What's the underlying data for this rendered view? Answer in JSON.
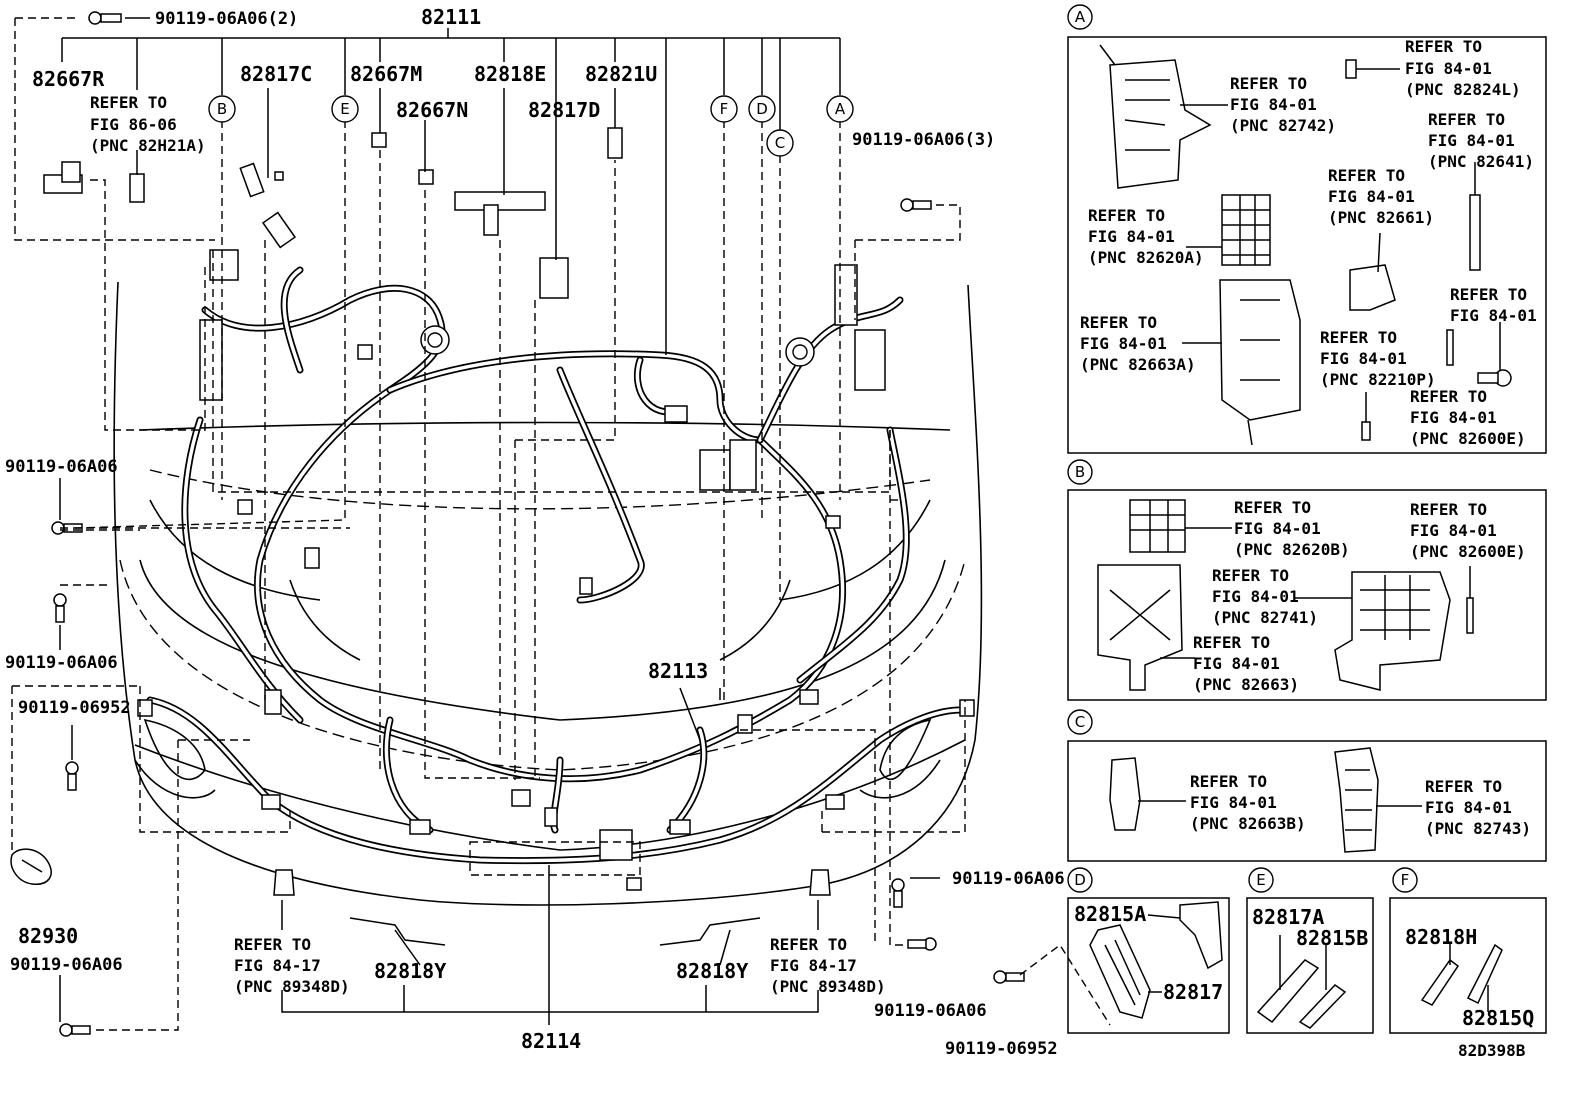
{
  "labels": {
    "b_top": "90119-06A06(2)",
    "p82111": "82111",
    "p82667R": "82667R",
    "p82817C": "82817C",
    "p82667M": "82667M",
    "p82818E": "82818E",
    "p82821U": "82821U",
    "p82667N": "82667N",
    "p82817D": "82817D",
    "ref86": [
      "REFER TO",
      "FIG 86-06",
      "(PNC 82H21A)"
    ],
    "b_right3": "90119-06A06(3)",
    "b_left1": "90119-06A06",
    "b_left2": "90119-06A06",
    "b_left3": "90119-06952",
    "p82930": "82930",
    "b_left4": "90119-06A06",
    "p82113": "82113",
    "ref8417L": [
      "REFER TO",
      "FIG 84-17",
      "(PNC 89348D)"
    ],
    "ref8417R": [
      "REFER TO",
      "FIG 84-17",
      "(PNC 89348D)"
    ],
    "p82818Y_L": "82818Y",
    "p82818Y_R": "82818Y",
    "p82114": "82114",
    "b_bot1": "90119-06A06",
    "b_bot2": "90119-06A06",
    "b_bot3": "90119-06952",
    "fig_code": "82D398B"
  },
  "callouts": {
    "A": "A",
    "B": "B",
    "C": "C",
    "D": "D",
    "E": "E",
    "F": "F"
  },
  "panelA": {
    "r1": [
      "REFER TO",
      "FIG 84-01",
      "(PNC 82824L)"
    ],
    "r2": [
      "REFER TO",
      "FIG 84-01",
      "(PNC 82742)"
    ],
    "r3": [
      "REFER TO",
      "FIG 84-01",
      "(PNC 82641)"
    ],
    "r4": [
      "REFER TO",
      "FIG 84-01",
      "(PNC 82661)"
    ],
    "r5": [
      "REFER TO",
      "FIG 84-01",
      "(PNC 82620A)"
    ],
    "r6": [
      "REFER TO",
      "FIG 84-01"
    ],
    "r7": [
      "REFER TO",
      "FIG 84-01",
      "(PNC 82663A)"
    ],
    "r8": [
      "REFER TO",
      "FIG 84-01",
      "(PNC 82210P)"
    ],
    "r9": [
      "REFER TO",
      "FIG 84-01",
      "(PNC 82600E)"
    ]
  },
  "panelB": {
    "r1": [
      "REFER TO",
      "FIG 84-01",
      "(PNC 82620B)"
    ],
    "r2": [
      "REFER TO",
      "FIG 84-01",
      "(PNC 82600E)"
    ],
    "r3": [
      "REFER TO",
      "FIG 84-01",
      "(PNC 82741)"
    ],
    "r4": [
      "REFER TO",
      "FIG 84-01",
      "(PNC 82663)"
    ]
  },
  "panelC": {
    "r1": [
      "REFER TO",
      "FIG 84-01",
      "(PNC 82663B)"
    ],
    "r2": [
      "REFER TO",
      "FIG 84-01",
      "(PNC 82743)"
    ]
  },
  "panelD": {
    "p1": "82815A",
    "p2": "82817"
  },
  "panelE": {
    "p1": "82817A",
    "p2": "82815B"
  },
  "panelF": {
    "p1": "82818H",
    "p2": "82815Q"
  }
}
